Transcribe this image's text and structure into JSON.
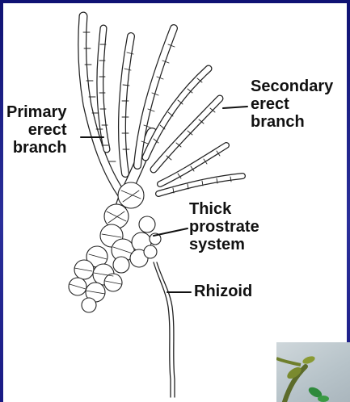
{
  "labels": {
    "primary_erect_branch": [
      "Primary",
      "erect",
      "branch"
    ],
    "secondary_erect_branch": [
      "Secondary",
      "erect",
      "branch"
    ],
    "thick_prostrate_system": [
      "Thick",
      "prostrate",
      "system"
    ],
    "rhizoid": [
      "Rhizoid"
    ]
  },
  "colors": {
    "background": "#1a1a8c",
    "panel": "#ffffff",
    "ink": "#111111"
  },
  "icons": {
    "micrograph": "micrograph-photo-thumbnail"
  }
}
